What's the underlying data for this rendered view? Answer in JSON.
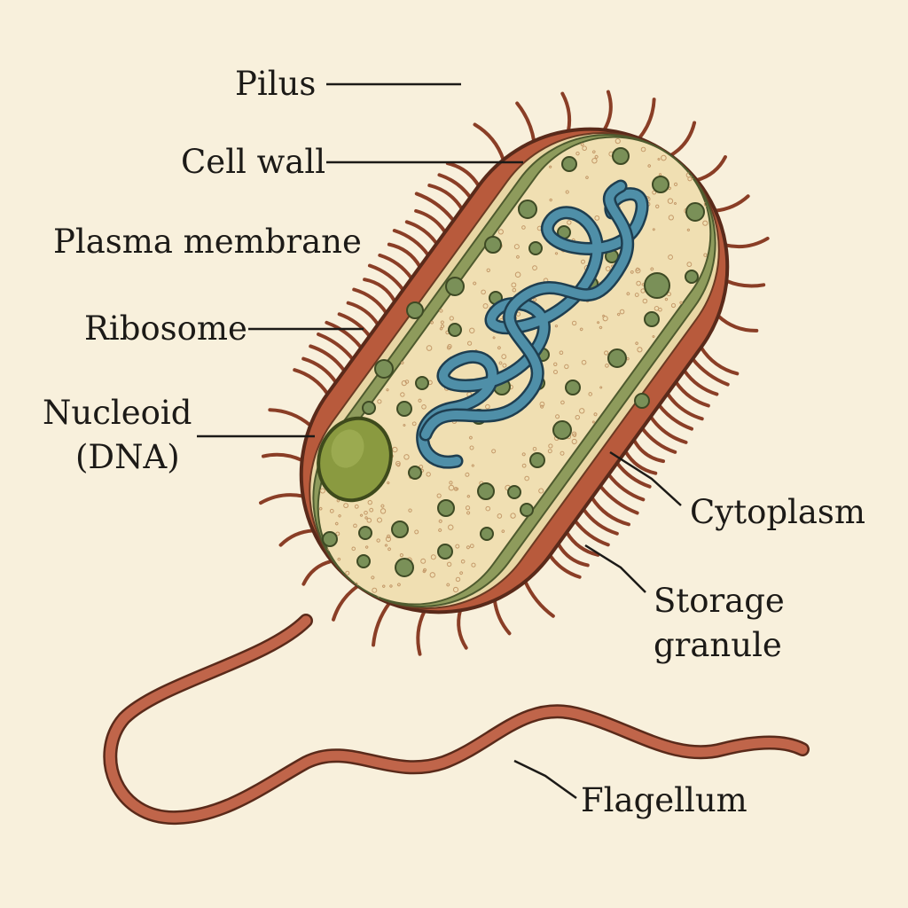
{
  "colors": {
    "background": "#f8f0dc",
    "cell_wall": "#b85a3c",
    "membrane": "#8e9b5c",
    "cytoplasm": "#f0dfb2",
    "dna": "#4f8fa8",
    "ribosome": "#7a9058",
    "granule": "#8a9a40",
    "leader": "#1c1a17"
  },
  "labels": {
    "pilus": "Pilus",
    "cell_wall": "Cell wall",
    "plasma_membrane": "Plasma membrane",
    "ribosome": "Ribosome",
    "nucleoid_line1": "Nucleoid",
    "nucleoid_line2": "(DNA)",
    "cytoplasm": "Cytoplasm",
    "storage_line1": "Storage",
    "storage_line2": "granule",
    "flagellum": "Flagellum"
  }
}
